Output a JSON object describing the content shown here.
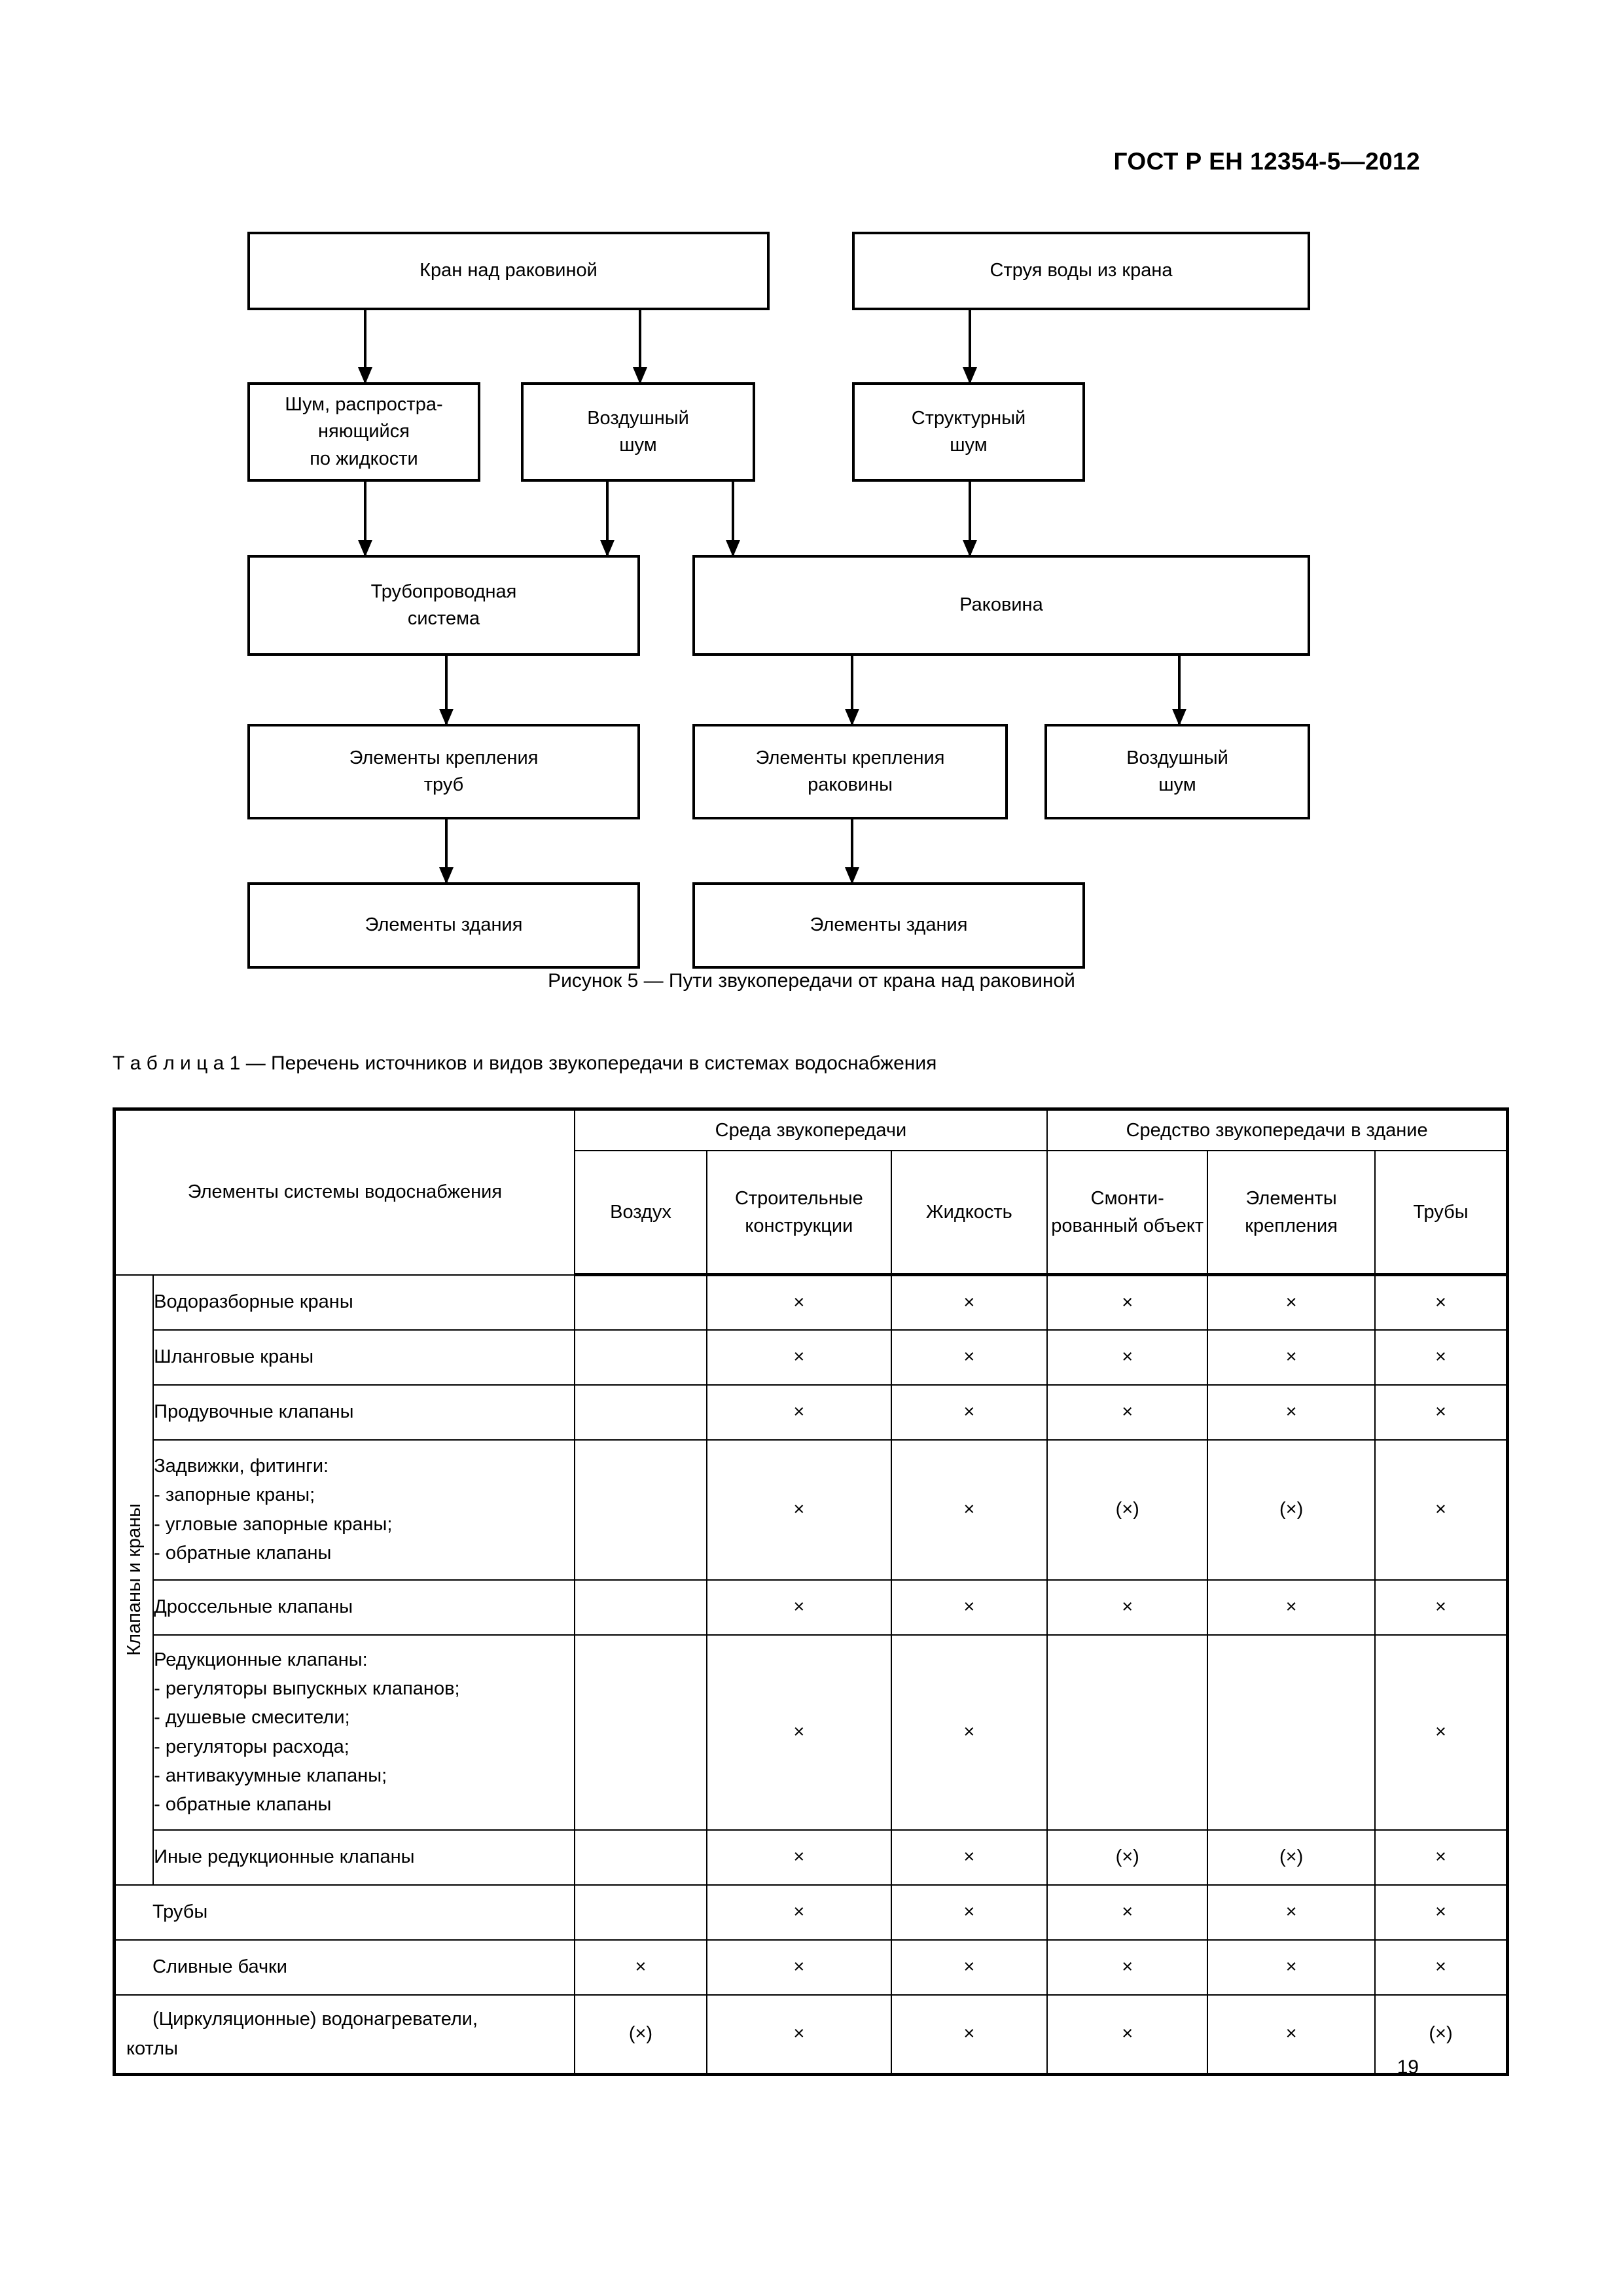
{
  "header": {
    "standard_id": "ГОСТ Р ЕН 12354-5—2012"
  },
  "figure": {
    "caption": "Рисунок 5 — Пути звукопередачи от крана над раковиной",
    "boxes": {
      "tap_over_sink": "Кран над раковиной",
      "water_jet": "Струя воды из крана",
      "liquid_noise_l1": "Шум, распростра-",
      "liquid_noise_l2": "няющийся",
      "liquid_noise_l3": "по жидкости",
      "airborne_noise_1_l1": "Воздушный",
      "airborne_noise_1_l2": "шум",
      "structure_noise_l1": "Структурный",
      "structure_noise_l2": "шум",
      "pipe_system_l1": "Трубопроводная",
      "pipe_system_l2": "система",
      "sink": "Раковина",
      "pipe_fixings_l1": "Элементы крепления",
      "pipe_fixings_l2": "труб",
      "sink_fixings_l1": "Элементы крепления",
      "sink_fixings_l2": "раковины",
      "airborne_noise_2_l1": "Воздушный",
      "airborne_noise_2_l2": "шум",
      "building_elements_left": "Элементы здания",
      "building_elements_right": "Элементы здания"
    }
  },
  "table": {
    "caption_label": "Т а б л и ц а  1",
    "caption_text": " — Перечень источников и видов звукопередачи в системах водоснабжения",
    "header": {
      "elements_column": "Элементы системы водоснабжения",
      "group_medium": "Среда звукопередачи",
      "group_means": "Средство звукопередачи в здание",
      "columns": [
        "Воздух",
        "Строительные конструкции",
        "Жидкость",
        "Смонти- рованный объект",
        "Элементы крепления",
        "Трубы"
      ],
      "col_air": "Воздух",
      "col_struct_l1": "Строительные",
      "col_struct_l2": "конструкции",
      "col_liquid": "Жидкость",
      "col_mounted_l1": "Смонти-",
      "col_mounted_l2": "рованный",
      "col_mounted_l3": "объект",
      "col_fixings_l1": "Элементы",
      "col_fixings_l2": "крепления",
      "col_pipes": "Трубы"
    },
    "group_label_valves": "Клапаны и краны",
    "rows": [
      {
        "label": "Водоразборные краны",
        "sublines": [],
        "marks": [
          "",
          "×",
          "×",
          "×",
          "×",
          "×"
        ]
      },
      {
        "label": "Шланговые краны",
        "sublines": [],
        "marks": [
          "",
          "×",
          "×",
          "×",
          "×",
          "×"
        ]
      },
      {
        "label": "Продувочные клапаны",
        "sublines": [],
        "marks": [
          "",
          "×",
          "×",
          "×",
          "×",
          "×"
        ]
      },
      {
        "label": "Задвижки, фитинги:",
        "sublines": [
          "- запорные краны;",
          "- угловые запорные краны;",
          "- обратные клапаны"
        ],
        "marks": [
          "",
          "×",
          "×",
          "(×)",
          "(×)",
          "×"
        ]
      },
      {
        "label": "Дроссельные клапаны",
        "sublines": [],
        "marks": [
          "",
          "×",
          "×",
          "×",
          "×",
          "×"
        ]
      },
      {
        "label": "Редукционные клапаны:",
        "sublines": [
          "- регуляторы выпускных клапанов;",
          "- душевые смесители;",
          "- регуляторы расхода;",
          "- антивакуумные клапаны;",
          "- обратные клапаны"
        ],
        "marks": [
          "",
          "×",
          "×",
          "",
          "",
          "×"
        ]
      },
      {
        "label": "Иные редукционные клапаны",
        "sublines": [],
        "marks": [
          "",
          "×",
          "×",
          "(×)",
          "(×)",
          "×"
        ]
      }
    ],
    "standalone_rows": [
      {
        "label": "Трубы",
        "label_line2": "",
        "marks": [
          "",
          "×",
          "×",
          "×",
          "×",
          "×"
        ]
      },
      {
        "label": "Сливные бачки",
        "label_line2": "",
        "marks": [
          "×",
          "×",
          "×",
          "×",
          "×",
          "×"
        ]
      },
      {
        "label": "(Циркуляционные)  водонагреватели,",
        "label_line2": "котлы",
        "marks": [
          "(×)",
          "×",
          "×",
          "×",
          "×",
          "(×)"
        ]
      }
    ]
  },
  "footer": {
    "page_number": "19"
  }
}
